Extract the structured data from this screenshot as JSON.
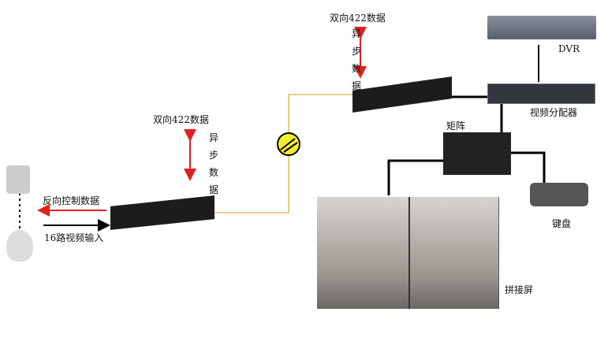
{
  "labels": {
    "bidirectional_top": "双向422数据",
    "async_top": "异步数据",
    "bidirectional_left": "双向422数据",
    "async_left": "异步数据",
    "reverse_control": "反向控制数据",
    "video_input": "16路视频输入",
    "dvr": "DVR",
    "video_distributor": "视频分配器",
    "matrix": "矩阵",
    "keyboard": "键盘",
    "video_wall": "拼接屏"
  },
  "colors": {
    "fiber": "#d9b440",
    "red_arrow": "#e32020",
    "device": "#1c1c1c"
  }
}
